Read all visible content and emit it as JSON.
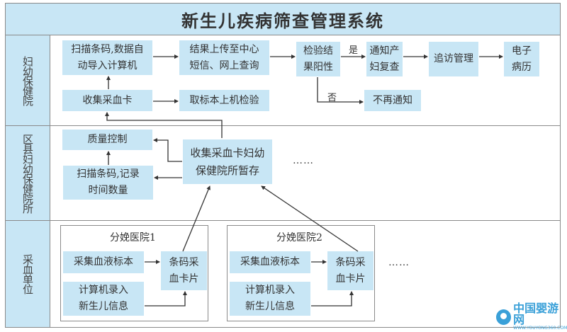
{
  "title": "新生儿疾病筛查管理系统",
  "lanes": [
    {
      "id": "mch-hospital",
      "label": "妇幼保健院"
    },
    {
      "id": "district-mch",
      "label": "区县妇幼保健院所"
    },
    {
      "id": "collection-unit",
      "label": "采血单位"
    }
  ],
  "lane1": {
    "scan_auto": "扫描条码,数据自\n动导入计算机",
    "upload": "结果上传至中心\n短信、网上查询",
    "positive": "检验结\n果阳性",
    "notify": "通知产\n妇复查",
    "follow_up": "追访管理",
    "emr": "电子\n病历",
    "collect_cards": "收集采血卡",
    "lab_test": "取标本上机检验",
    "no_notify": "不再通知",
    "yes_label": "是",
    "no_label": "否"
  },
  "lane2": {
    "quality": "质量控制",
    "scan_record": "扫描条码,记录\n时间数量",
    "temp_store": "收集采血卡妇幼\n保健院所暂存",
    "ellipsis": "……"
  },
  "lane3": {
    "hospitals": [
      {
        "title": "分娩医院1",
        "collect": "采集血液标本",
        "entry": "计算机录入\n新生儿信息",
        "card": "条码采\n血卡片"
      },
      {
        "title": "分娩医院2",
        "collect": "采集血液标本",
        "entry": "计算机录入\n新生儿信息",
        "card": "条码采\n血卡片"
      }
    ],
    "ellipsis": "……"
  },
  "watermark": {
    "name": "中国婴游网",
    "url": "WWW.YOUYONG360.COM"
  },
  "colors": {
    "box_fill": "#c8e6f5",
    "line": "#333333",
    "border": "#8a8a8a",
    "logo": "#3aa0d8"
  }
}
